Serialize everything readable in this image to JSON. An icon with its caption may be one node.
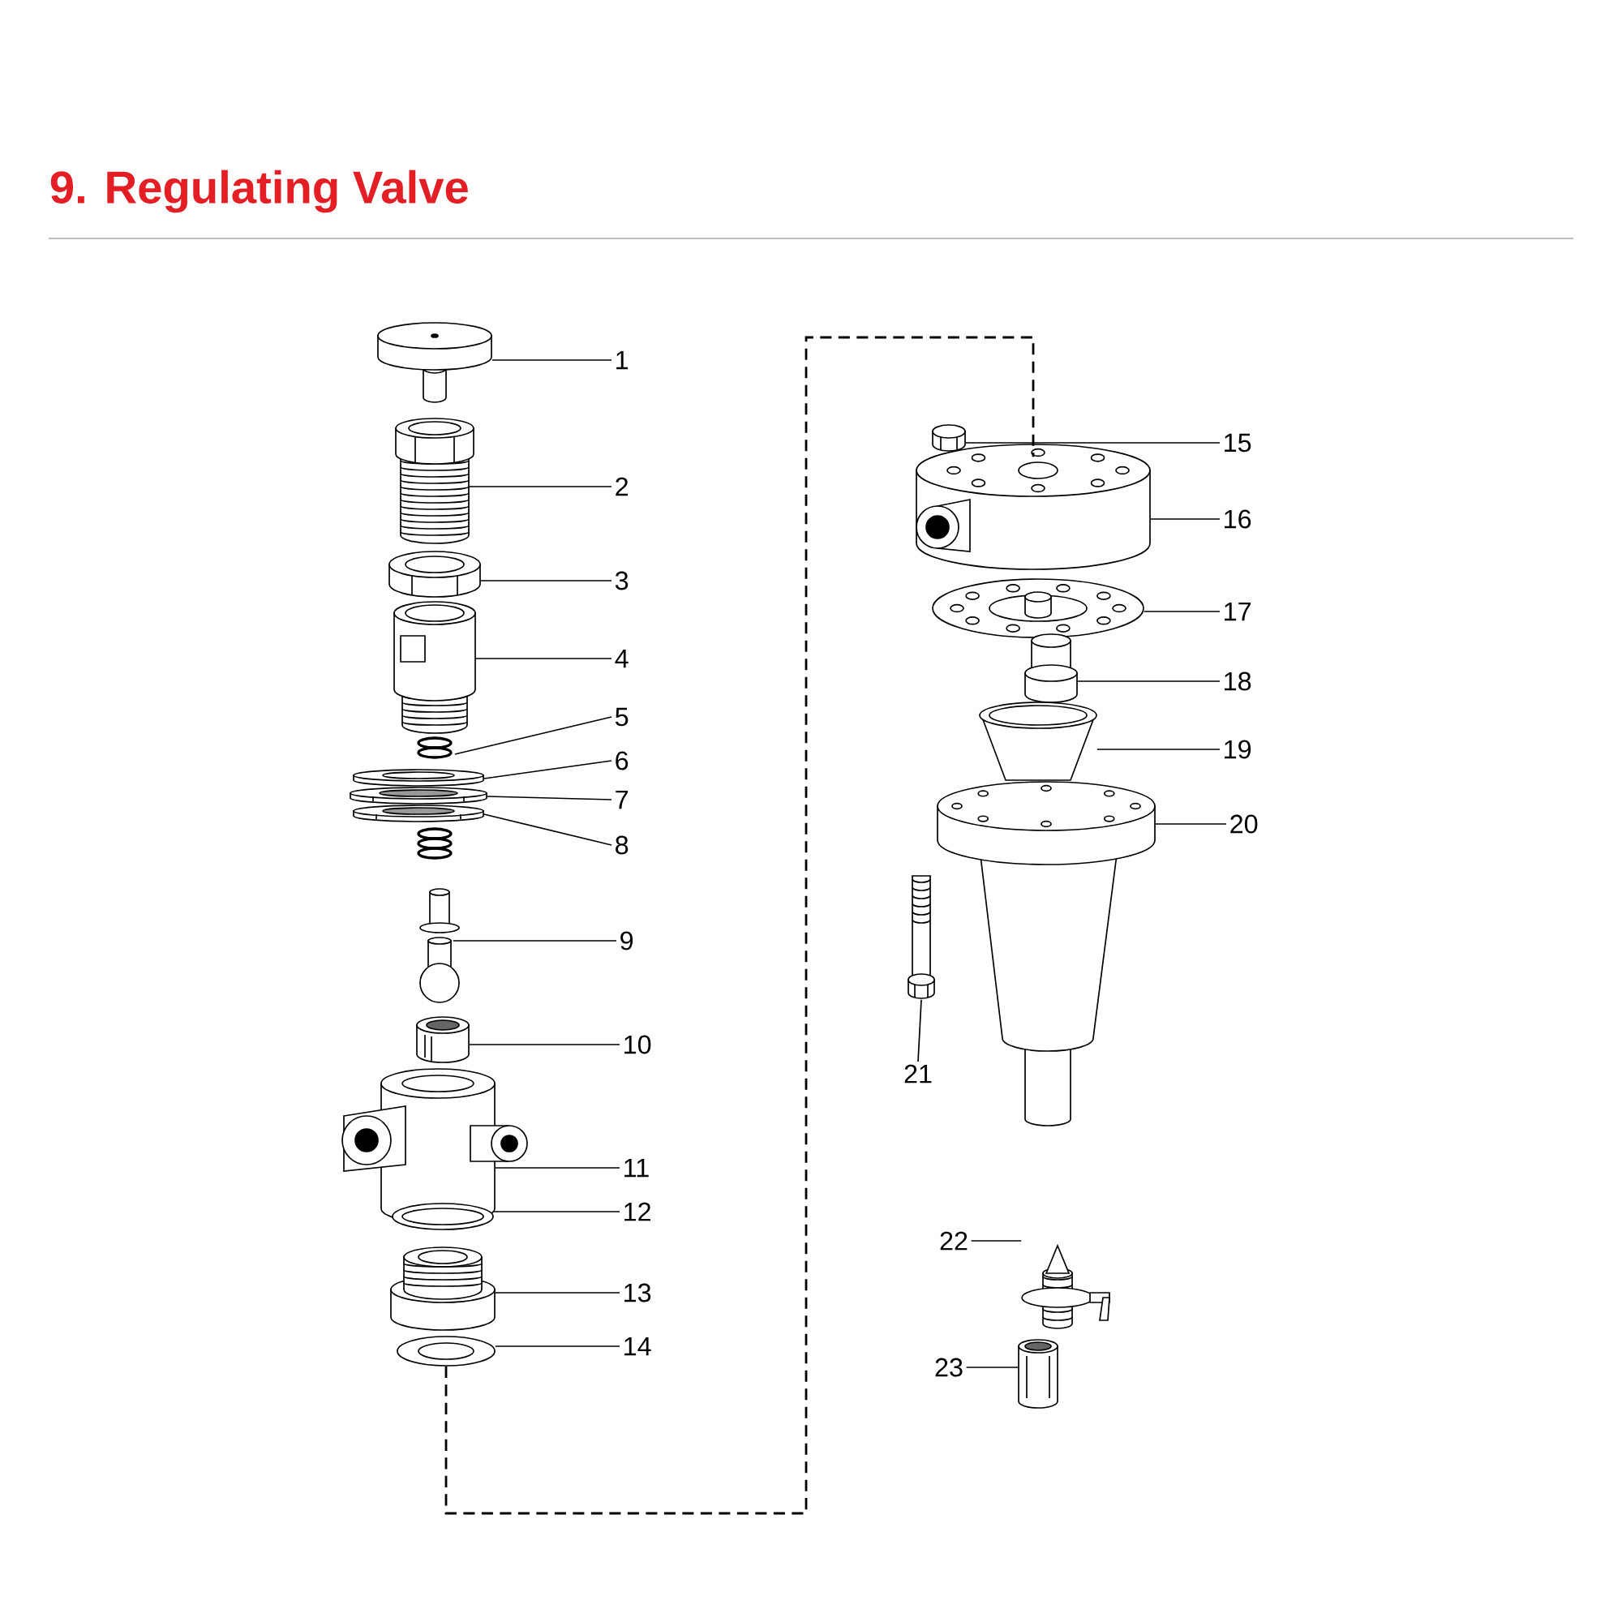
{
  "diagram": {
    "title": "9. Regulating Valve",
    "nodes": [
      {
        "text": [
          "1"
        ]
      },
      {
        "text": [
          "2"
        ]
      },
      {
        "text": [
          "3"
        ]
      },
      {
        "text": [
          "4"
        ]
      },
      {
        "text": [
          "5"
        ]
      },
      {
        "text": [
          "6"
        ]
      },
      {
        "text": [
          "7"
        ]
      },
      {
        "text": [
          "8"
        ]
      },
      {
        "text": [
          "9"
        ]
      },
      {
        "text": [
          "10"
        ]
      },
      {
        "text": [
          "11"
        ]
      },
      {
        "text": [
          "12"
        ]
      },
      {
        "text": [
          "13"
        ]
      },
      {
        "text": [
          "14"
        ]
      },
      {
        "text": [
          "15"
        ]
      },
      {
        "text": [
          "16"
        ]
      },
      {
        "text": [
          "17"
        ]
      },
      {
        "text": [
          "18"
        ]
      },
      {
        "text": [
          "19"
        ]
      },
      {
        "text": [
          "20"
        ]
      },
      {
        "text": [
          "21"
        ]
      },
      {
        "text": [
          "22"
        ]
      },
      {
        "text": [
          "23"
        ]
      },
      {
        "text": [],
        "shape": "picture"
      },
      {
        "text": [],
        "shape": "picture"
      },
      {
        "text": [],
        "shape": "picture"
      },
      {
        "text": [],
        "shape": "picture"
      },
      {
        "text": [],
        "shape": "picture"
      },
      {
        "text": [],
        "shape": "picture"
      },
      {
        "text": [],
        "shape": "picture"
      },
      {
        "text": [],
        "shape": "picture"
      },
      {
        "text": [],
        "shape": "picture"
      },
      {
        "text": [],
        "shape": "picture"
      },
      {
        "text": [],
        "shape": "picture"
      },
      {
        "text": [],
        "shape": "picture"
      },
      {
        "text": [],
        "shape": "picture"
      },
      {
        "text": [],
        "shape": "picture"
      },
      {
        "text": [],
        "shape": "picture"
      },
      {
        "text": [],
        "shape": "picture"
      },
      {
        "text": [],
        "shape": "picture"
      },
      {
        "text": [],
        "shape": "picture"
      },
      {
        "text": [],
        "shape": "picture"
      },
      {
        "text": [],
        "shape": "picture"
      },
      {
        "text": [],
        "shape": "picture"
      },
      {
        "text": [],
        "shape": "picture"
      },
      {
        "text": [],
        "shape": "picture"
      }
    ],
    "edges": [
      {
        "from": 0,
        "to": 23,
        "arrow": "none"
      },
      {
        "from": 1,
        "to": 24,
        "arrow": "none"
      },
      {
        "from": 2,
        "to": 25,
        "arrow": "none"
      },
      {
        "from": 3,
        "to": 26,
        "arrow": "none"
      },
      {
        "from": 4,
        "to": 27,
        "arrow": "none"
      },
      {
        "from": 5,
        "to": 28,
        "arrow": "none"
      },
      {
        "from": 6,
        "to": 29,
        "arrow": "none"
      },
      {
        "from": 7,
        "to": 30,
        "arrow": "none"
      },
      {
        "from": 8,
        "to": 31,
        "arrow": "none"
      },
      {
        "from": 9,
        "to": 32,
        "arrow": "none"
      },
      {
        "from": 10,
        "to": 33,
        "arrow": "none"
      },
      {
        "from": 11,
        "to": 34,
        "arrow": "none"
      },
      {
        "from": 12,
        "to": 35,
        "arrow": "none"
      },
      {
        "from": 13,
        "to": 36,
        "arrow": "none"
      },
      {
        "from": 14,
        "to": 37,
        "arrow": "none"
      },
      {
        "from": 15,
        "to": 38,
        "arrow": "none"
      },
      {
        "from": 16,
        "to": 39,
        "arrow": "none"
      },
      {
        "from": 17,
        "to": 40,
        "arrow": "none"
      },
      {
        "from": 18,
        "to": 41,
        "arrow": "none"
      },
      {
        "from": 19,
        "to": 42,
        "arrow": "none"
      },
      {
        "from": 20,
        "to": 43,
        "arrow": "none"
      },
      {
        "from": 21,
        "to": 44,
        "arrow": "none"
      },
      {
        "from": 22,
        "to": 45,
        "arrow": "none"
      },
      {
        "from": 36,
        "to": 38,
        "arrow": "none",
        "style": "dashed"
      }
    ]
  }
}
